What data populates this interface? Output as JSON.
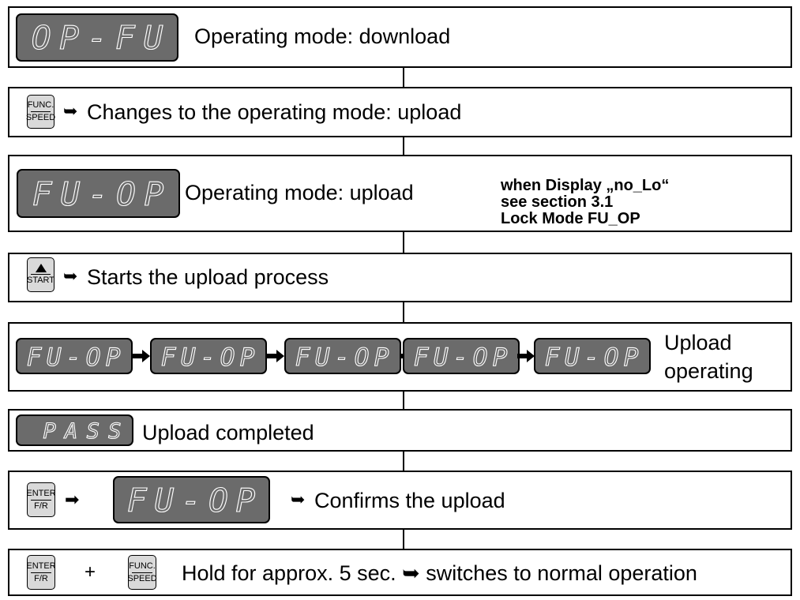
{
  "steps": {
    "s1": {
      "display": "OP-FU",
      "text": "Operating mode: download"
    },
    "s2": {
      "key_top": "FUNC.",
      "key_bottom": "SPEED",
      "arrow": "➥",
      "text": "Changes to the operating mode: upload"
    },
    "s3": {
      "display": "FU-OP",
      "text": "Operating mode: upload",
      "note": [
        "when Display „no_Lo“",
        "see section 3.1",
        "Lock  Mode FU_OP"
      ]
    },
    "s4": {
      "key_label": "START",
      "arrow": "➥",
      "text": "Starts the upload process"
    },
    "s5": {
      "displays": [
        "FU-OP",
        "FU-OP",
        "FU-OP",
        "FU-OP",
        "FU-OP"
      ],
      "text_line1": "Upload",
      "text_line2": "operating"
    },
    "s6": {
      "display": "PASS",
      "text": "Upload  completed"
    },
    "s7": {
      "key_top": "ENTER",
      "key_bottom": "F/R",
      "arrow1": "➡",
      "display": "FU-OP",
      "arrow2": "➥",
      "text": "Confirms the upload"
    },
    "s8": {
      "key1_top": "ENTER",
      "key1_bottom": "F/R",
      "plus": "+",
      "key2_top": "FUNC.",
      "key2_bottom": "SPEED",
      "text": "Hold for approx. 5 sec. ➥ switches to normal operation"
    }
  },
  "icons": {
    "arrow": "hook-arrow-icon",
    "start": "triangle-up-icon"
  }
}
